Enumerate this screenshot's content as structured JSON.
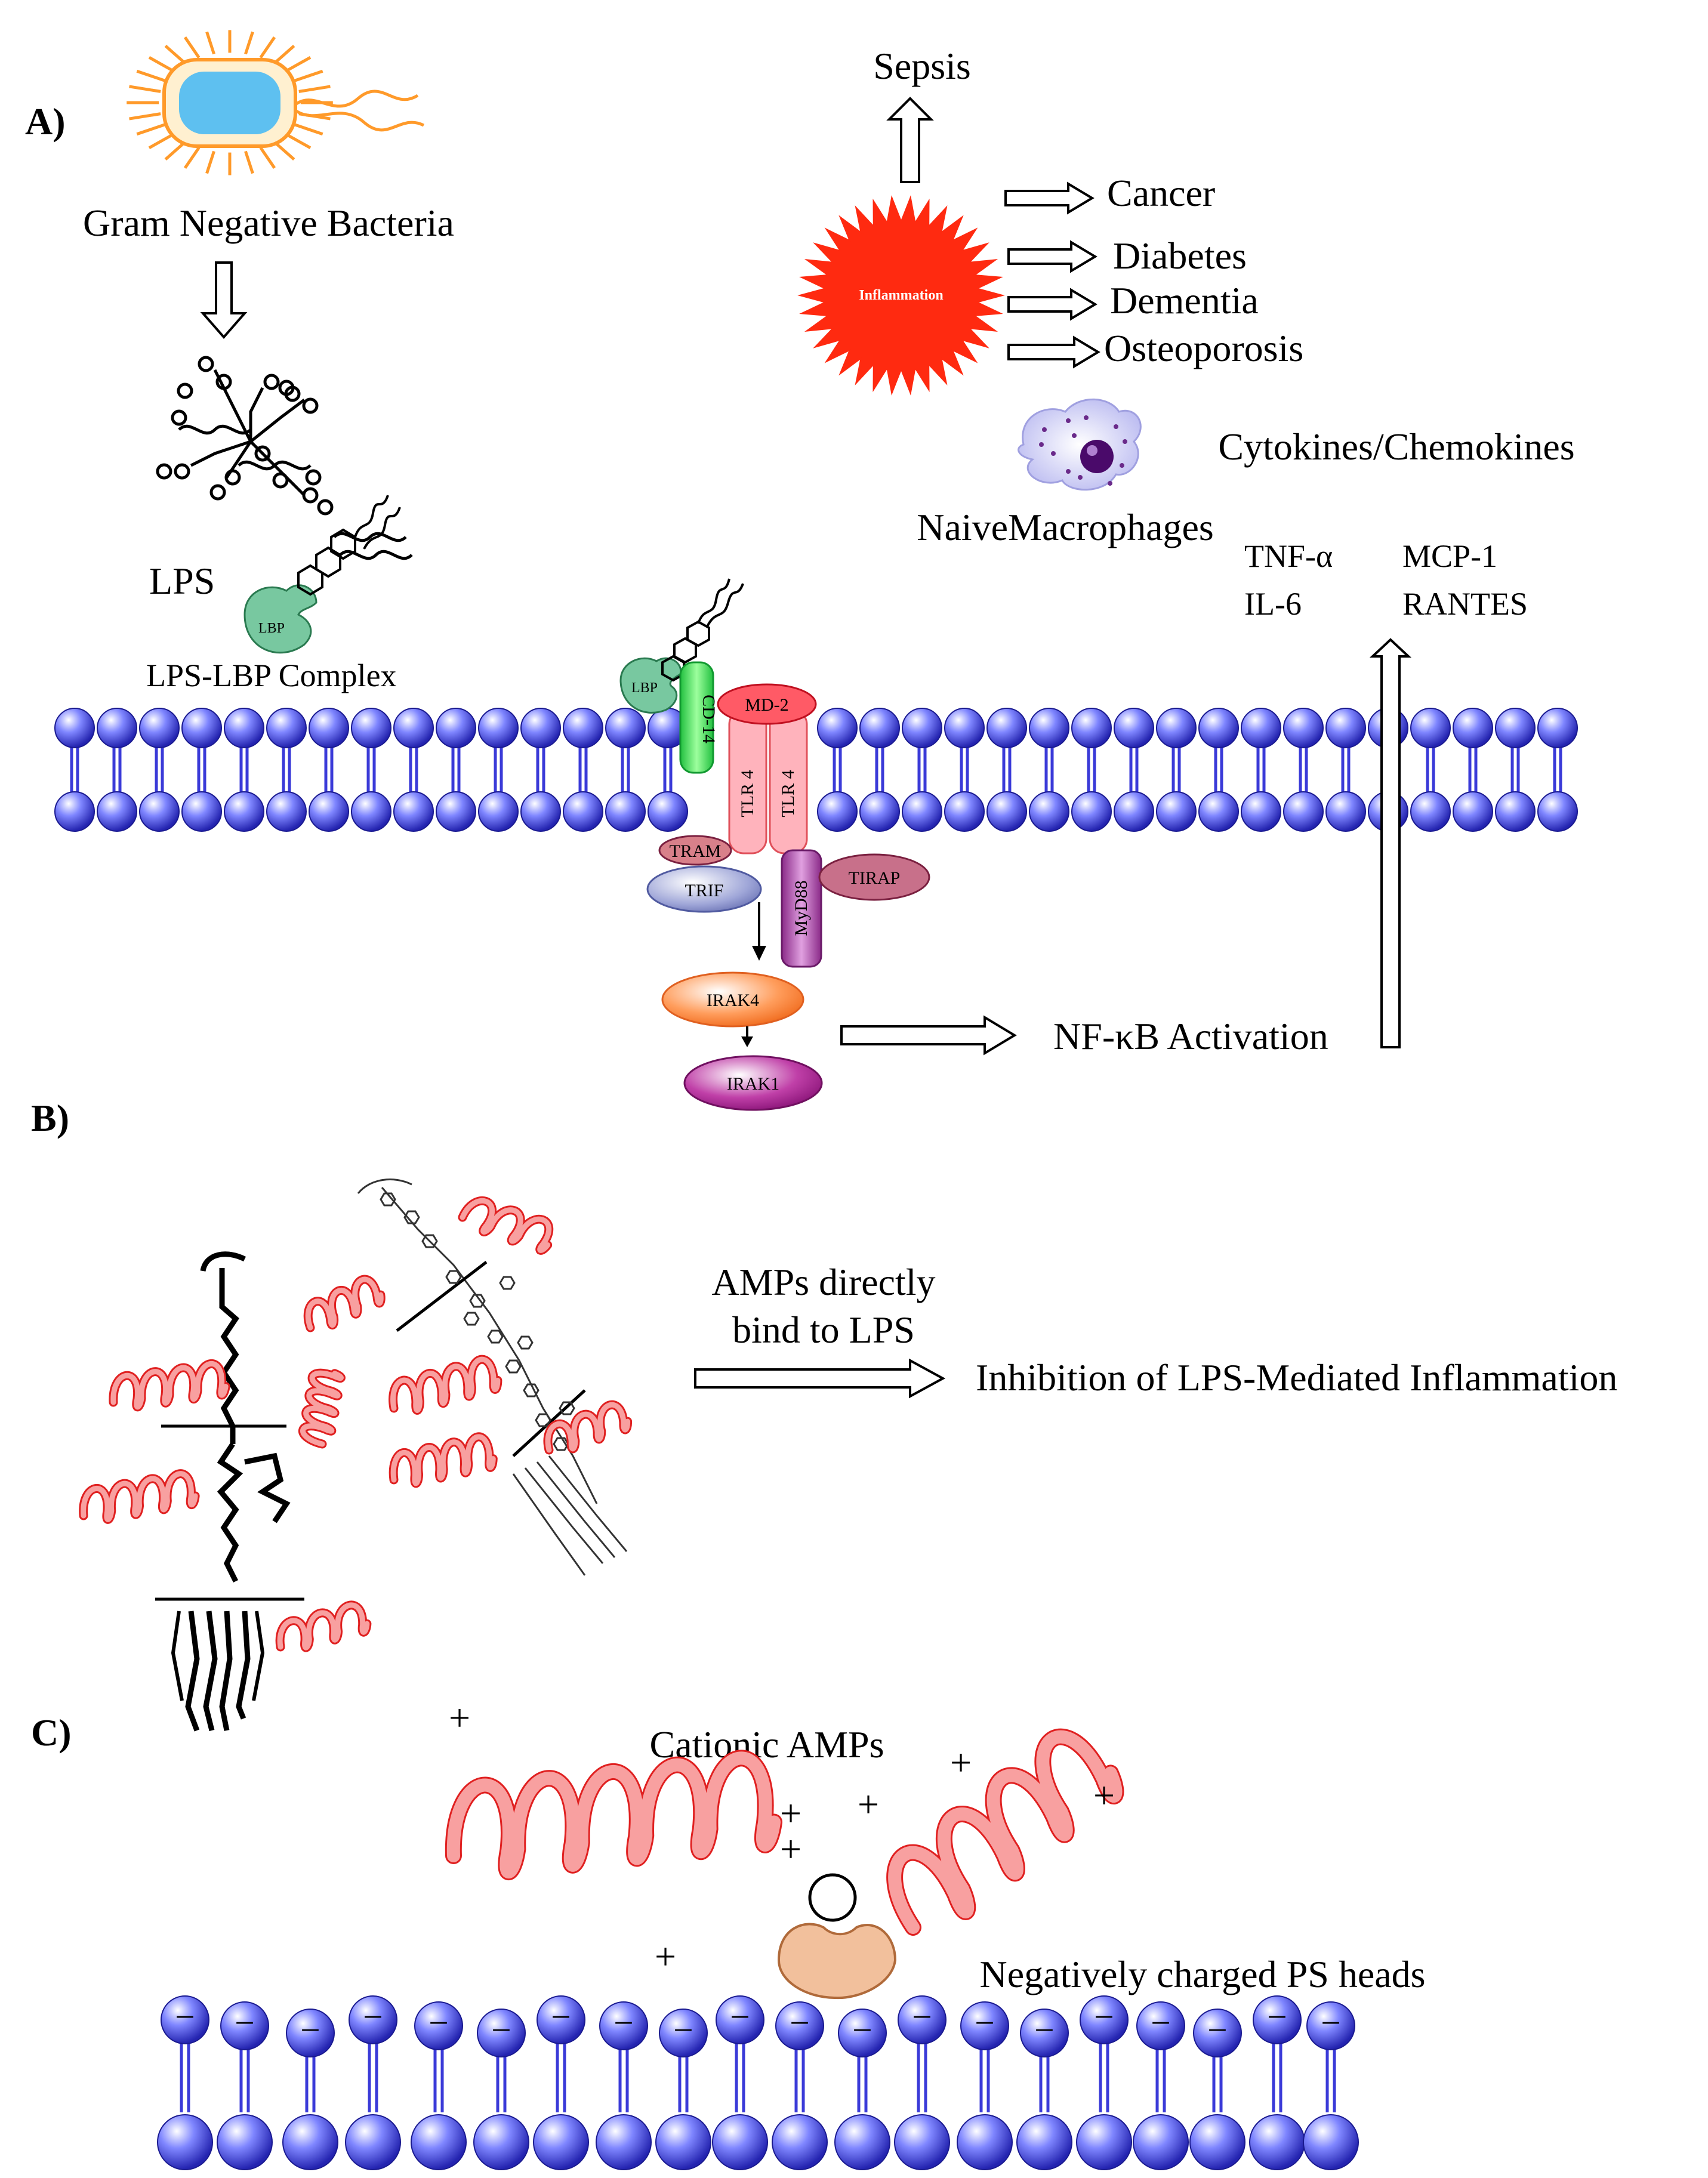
{
  "panels": {
    "a": "A)",
    "b": "B)",
    "c": "C)"
  },
  "panel_a": {
    "bacteria_label": "Gram Negative Bacteria",
    "lps_label": "LPS",
    "lps_lbp_label": "LPS-LBP Complex",
    "lbp": "LBP",
    "cd14": "CD-14",
    "md2": "MD-2",
    "tlr4": "TLR 4",
    "tram": "TRAM",
    "trif": "TRIF",
    "myd88": "MyD88",
    "tirap": "TIRAP",
    "irak4": "IRAK4",
    "irak1": "IRAK1",
    "nfkb": "NF-κB Activation",
    "inflammation": "Inflammation",
    "sepsis": "Sepsis",
    "diseases": [
      "Cancer",
      "Diabetes",
      "Dementia",
      "Osteoporosis"
    ],
    "macrophage_label": "NaiveMacrophages",
    "cytokines_title": "Cytokines/Chemokines",
    "cytokines": [
      "TNF-α",
      "IL-6",
      "MCP-1",
      "RANTES"
    ]
  },
  "panel_b": {
    "line1": "AMPs directly",
    "line2": "bind to LPS",
    "result": "Inhibition of LPS-Mediated Inflammation"
  },
  "panel_c": {
    "cationic": "Cationic AMPs",
    "negative": "Negatively charged PS heads",
    "plus": "+",
    "minus": "–"
  },
  "colors": {
    "lipid": "#3a3ad8",
    "helix": "#f08080",
    "helix_stroke": "#e02020",
    "inflammation": "#ff2a10",
    "cd14": "#2ee04a",
    "tlr4": "#ffb3bc",
    "md2": "#ff5a66",
    "trif": "#9fa6d8",
    "myd88": "#b04aa8",
    "tirap": "#c8708a",
    "irak4": "#ff9d5c",
    "irak1": "#b0309a",
    "lbp": "#78c8a0",
    "pocket": "#f2c09c"
  }
}
